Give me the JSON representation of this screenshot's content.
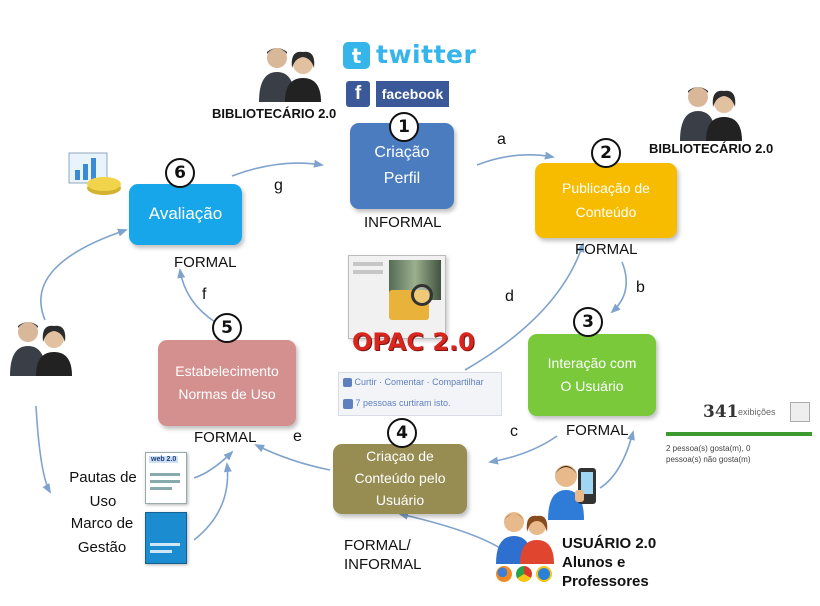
{
  "nodes": {
    "n1": {
      "number": "1",
      "label_line1": "Criação",
      "label_line2": "Perfil",
      "tag": "INFORMAL"
    },
    "n2": {
      "number": "2",
      "label_line1": "Publicação de",
      "label_line2": "Conteúdo",
      "tag": "FORMAL"
    },
    "n3": {
      "number": "3",
      "label_line1": "Interação com",
      "label_line2": "O Usuário",
      "tag": "FORMAL"
    },
    "n4": {
      "number": "4",
      "label_line1": "Criaçao de",
      "label_line2": "Conteúdo pelo",
      "label_line3": "Usuário",
      "tag_line1": "FORMAL/",
      "tag_line2": "INFORMAL"
    },
    "n5": {
      "number": "5",
      "label_line1": "Estabelecimento",
      "label_line2": "Normas de Uso",
      "tag": "FORMAL"
    },
    "n6": {
      "number": "6",
      "label": "Avaliação",
      "tag": "FORMAL"
    }
  },
  "edges": {
    "a": "a",
    "b": "b",
    "c": "c",
    "d": "d",
    "e": "e",
    "f": "f",
    "g": "g"
  },
  "actors": {
    "bibliotecario_top": "BIBLIOTECÁRIO 2.0",
    "bibliotecario_right": "BIBLIOTECÁRIO 2.0",
    "usuario_line1": "USUÁRIO 2.0",
    "usuario_line2": "Alunos e",
    "usuario_line3": "Professores"
  },
  "social": {
    "twitter": "twitter",
    "facebook": "facebook"
  },
  "opac_label": "OPAC 2.0",
  "fb_widget": {
    "curtir": "Curtir",
    "comentar": "Comentar",
    "compartilhar": "Compartilhar",
    "sep": "·",
    "likes": "7 pessoas curtiram isto."
  },
  "stats_widget": {
    "count": "341",
    "unit": "exibições",
    "line1": "2 pessoa(s) gosta(m), 0",
    "line2": "pessoa(s) não gosta(m)"
  },
  "documents": {
    "pautas_line1": "Pautas de",
    "pautas_line2": "Uso",
    "marco_line1": "Marco de",
    "marco_line2": "Gestão",
    "web20_badge": "web 2.0"
  },
  "colors": {
    "n1": "#4a7cbf",
    "n2": "#f7bc00",
    "n3": "#79c93b",
    "n4": "#978c52",
    "n5": "#d48f8f",
    "n6": "#18a6ea",
    "arrow": "#7fa3cc",
    "opac": "#d8261e",
    "twitter": "#35b5e9",
    "facebook": "#3b5998"
  },
  "icons": [
    "people-pair-icon",
    "twitter-logo-icon",
    "facebook-logo-icon",
    "chart-screen-icon",
    "opac-screenshot-icon",
    "like-thumb-icon",
    "mobile-user-icon",
    "browser-icons"
  ]
}
